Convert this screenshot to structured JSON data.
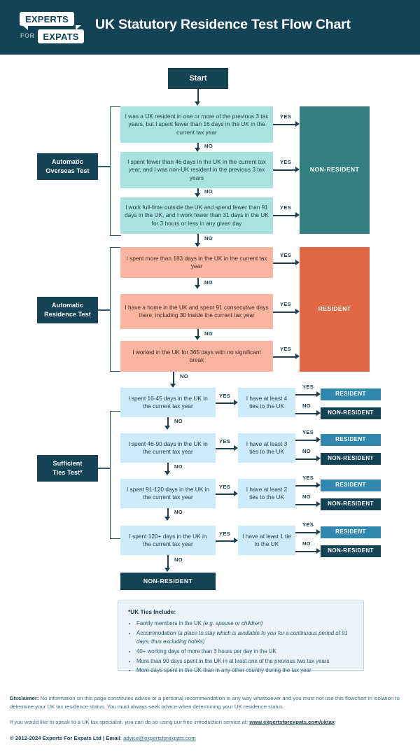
{
  "header": {
    "title": "UK Statutory Residence Test Flow Chart",
    "logo": {
      "line1": "EXPERTS",
      "for": "FOR",
      "line2": "EXPATS"
    },
    "bg_color": "#134354"
  },
  "colors": {
    "dark_teal": "#134354",
    "teal_outcome": "#338080",
    "orange_outcome": "#e06843",
    "light_teal_box": "#a9e3e0",
    "salmon_box": "#fbb4a0",
    "light_blue_box": "#cdebf9",
    "resident_blue": "#3287ad",
    "connector": "#1d4050"
  },
  "labels": {
    "yes": "YES",
    "no": "NO"
  },
  "start": {
    "label": "Start"
  },
  "groups": {
    "overseas": {
      "label_line1": "Automatic",
      "label_line2": "Overseas Test"
    },
    "residence": {
      "label_line1": "Automatic",
      "label_line2": "Residence Test"
    },
    "ties": {
      "label_line1": "Sufficient",
      "label_line2": "Ties Test*"
    }
  },
  "overseas_test": {
    "outcome": "NON-RESIDENT",
    "questions": [
      "I was a UK resident in one or more of the previous 3 tax years, but I spent fewer than 16 days in the UK in the current tax year",
      "I spent fewer than 46 days in the UK in the current tax year, and I was non-UK resident in the previous 3 tax years",
      "I work full-time outside the UK and spend fewer than 91 days in the UK, and I work fewer than 31 days in the UK for 3 hours or less in any given day"
    ]
  },
  "residence_test": {
    "outcome": "RESIDENT",
    "questions": [
      "I spent more than 183 days in the UK in the current tax year",
      "I have a home in the UK and spent 91 consecutive days there, including 30 inside the current tax year",
      "I worked in the UK for 365 days with no significant break"
    ]
  },
  "ties_test": {
    "final_outcome": "NON-RESIDENT",
    "rows": [
      {
        "question": "I spent 16-45 days in the UK in the current tax year",
        "ties": "I have at least 4 ties to the UK",
        "yes_outcome": "RESIDENT",
        "no_outcome": "NON-RESIDENT"
      },
      {
        "question": "I spent 46-90 days in the UK in the current tax year",
        "ties": "I have at least 3 ties to the UK",
        "yes_outcome": "RESIDENT",
        "no_outcome": "NON-RESIDENT"
      },
      {
        "question": "I spent 91-120 days in the UK in the current tax year",
        "ties": "I have at least 2 ties to the UK",
        "yes_outcome": "RESIDENT",
        "no_outcome": "NON-RESIDENT"
      },
      {
        "question": "I spent 120+ days in the UK in the current tax year",
        "ties": "I have at least 1 tie to the UK",
        "yes_outcome": "RESIDENT",
        "no_outcome": "NON-RESIDENT"
      }
    ]
  },
  "ties_include": {
    "title": "*UK Ties Include:",
    "items": [
      {
        "text": "Family members in the UK ",
        "italic": "(e.g. spouse or children)"
      },
      {
        "text": "Accommodation ",
        "italic": "(a place to stay which is available to you for a continuous period of 91 days, thus excluding hotels)"
      },
      {
        "text": "40+ working days of more than 3 hours per day in the UK",
        "italic": ""
      },
      {
        "text": "More than 90 days spent in the UK in at least one of the previous two tax years",
        "italic": ""
      },
      {
        "text": "More days spent in the UK than in any other country during the tax year",
        "italic": ""
      }
    ]
  },
  "footer": {
    "disclaimer_label": "Disclaimer:",
    "disclaimer_text": " No information on this page constitutes advice or a personal recommendation in any way whatsoever and you must not use this flowchart in isolation to determine your UK tax residence status. You must always seek advice when determining your UK residence status.",
    "contact_text": "If you would like to speak to a UK tax specialist, you can do so using our free introduction service at: ",
    "contact_link": "www.expertsforexpats.com/uktax",
    "copyright": "© 2012-2024 Experts For Expats Ltd | Email",
    "email_sep": ": ",
    "email": "advice@expertsforexpats.com"
  }
}
